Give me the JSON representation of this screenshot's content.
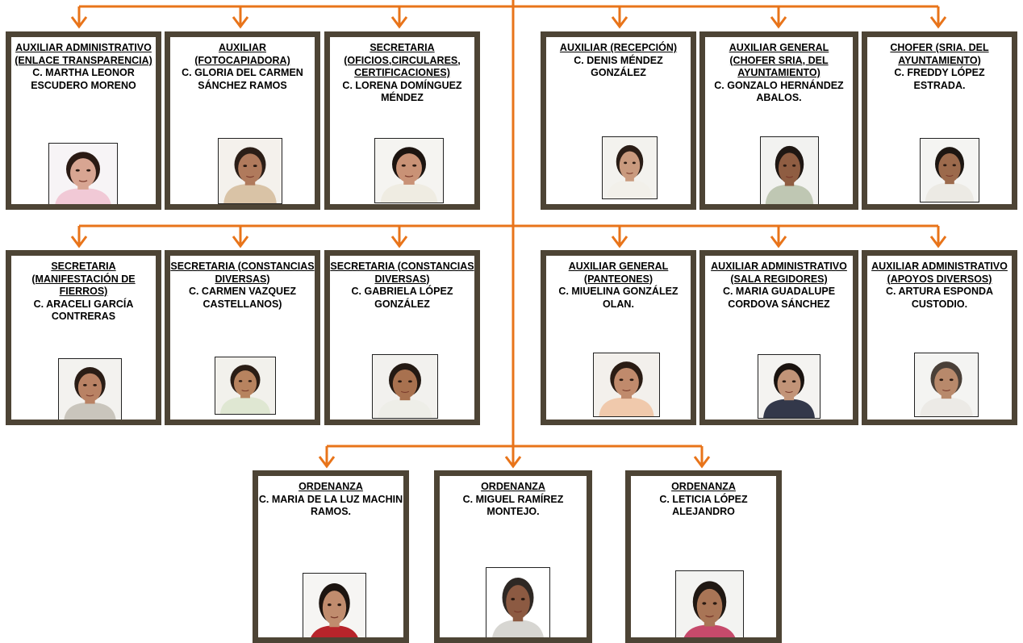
{
  "colors": {
    "connector": "#e8741a",
    "card_border": "#4d4435"
  },
  "cards": [
    {
      "role": "AUXILIAR ADMINISTRATIVO (ENLACE TRANSPARENCIA)",
      "name": "C. MARTHA LEONOR ESCUDERO MORENO",
      "photo": {
        "bg": "#f7f4f6",
        "skin": "#d8a592",
        "hair": "#2a1a14",
        "shirt": "#f1c9d6"
      }
    },
    {
      "role": "AUXILIAR (FOTOCAPIADORA)",
      "name": "C. GLORIA DEL CARMEN SÁNCHEZ RAMOS",
      "photo": {
        "bg": "#f4f1ec",
        "skin": "#b07a5c",
        "hair": "#2b1e17",
        "shirt": "#d9c3a6"
      }
    },
    {
      "role": "SECRETARIA (OFICIOS,CIRCULARES, CERTIFICACIONES)",
      "name": "C. LORENA DOMÍNGUEZ MÉNDEZ",
      "photo": {
        "bg": "#f5f4f1",
        "skin": "#c99276",
        "hair": "#1c1410",
        "shirt": "#efece2"
      }
    },
    {
      "role": "AUXILIAR (RECEPCIÓN)",
      "name": "C. DENIS MÉNDEZ GONZÁLEZ",
      "photo": {
        "bg": "#f3f2ee",
        "skin": "#c99a7e",
        "hair": "#2a1d16",
        "shirt": "#f2f0ea"
      }
    },
    {
      "role": "AUXILIAR GENERAL (CHOFER SRIA, DEL AYUNTAMIENTO)",
      "name": "C. GONZALO HERNÁNDEZ ABALOS.",
      "photo": {
        "bg": "#f2f2f0",
        "skin": "#8f5d42",
        "hair": "#1f1713",
        "shirt": "#bfc7b3"
      }
    },
    {
      "role": "CHOFER (SRIA. DEL AYUNTAMIENTO)",
      "name": "C. FREDDY LÓPEZ ESTRADA.",
      "photo": {
        "bg": "#f4f4f2",
        "skin": "#9c6a4c",
        "hair": "#1d1612",
        "shirt": "#eceae4"
      }
    },
    {
      "role": "SECRETARIA (MANIFESTACIÓN DE FIERROS)",
      "name": "C. ARACELI GARCÍA CONTRERAS",
      "photo": {
        "bg": "#f3f2ef",
        "skin": "#b98264",
        "hair": "#2a1d16",
        "shirt": "#c9c5bc"
      }
    },
    {
      "role": "SECRETARIA (CONSTANCIAS DIVERSAS)",
      "name": "C. CARMEN VAZQUEZ CASTELLANOS)",
      "photo": {
        "bg": "#f2f1ec",
        "skin": "#b7835f",
        "hair": "#2a1d15",
        "shirt": "#dfe7d2"
      }
    },
    {
      "role": "SECRETARIA (CONSTANCIAS DIVERSAS)",
      "name": "C. GABRIELA LÓPEZ GONZÁLEZ",
      "photo": {
        "bg": "#f2f1ee",
        "skin": "#a8714f",
        "hair": "#231913",
        "shirt": "#eeeee8"
      }
    },
    {
      "role": "AUXILIAR GENERAL (PANTEONES)",
      "name": "C. MIUELINA GONZÁLEZ OLAN.",
      "photo": {
        "bg": "#f3f0ec",
        "skin": "#c08a6c",
        "hair": "#2a1c14",
        "shirt": "#f0c9ac"
      }
    },
    {
      "role": "AUXILIAR ADMINISTRATIVO (SALA REGIDORES)",
      "name": "C. MARIA GUADALUPE CORDOVA SÁNCHEZ",
      "photo": {
        "bg": "#f4f3f1",
        "skin": "#c29478",
        "hair": "#1a1310",
        "shirt": "#33384a"
      }
    },
    {
      "role": "AUXILIAR ADMINISTRATIVO (APOYOS DIVERSOS)",
      "name": "C. ARTURA ESPONDA CUSTODIO.",
      "photo": {
        "bg": "#f4f4f2",
        "skin": "#b8896b",
        "hair": "#4a4038",
        "shirt": "#eceae6"
      }
    },
    {
      "role": "ORDENANZA",
      "name": "C. MARIA DE LA LUZ MACHIN RAMOS.",
      "photo": {
        "bg": "#f6f5f3",
        "skin": "#c08c6e",
        "hair": "#1c1410",
        "shirt": "#b8242b"
      }
    },
    {
      "role": "ORDENANZA",
      "name": "C. MIGUEL RAMÍREZ MONTEJO.",
      "photo": {
        "bg": "#ffffff",
        "skin": "#8c5a42",
        "hair": "#2e2824",
        "shirt": "#d7d6d2"
      }
    },
    {
      "role": "ORDENANZA",
      "name": "C. LETICIA LÓPEZ ALEJANDRO",
      "photo": {
        "bg": "#f3f3f1",
        "skin": "#a97556",
        "hair": "#201813",
        "shirt": "#c64a6b"
      }
    }
  ]
}
